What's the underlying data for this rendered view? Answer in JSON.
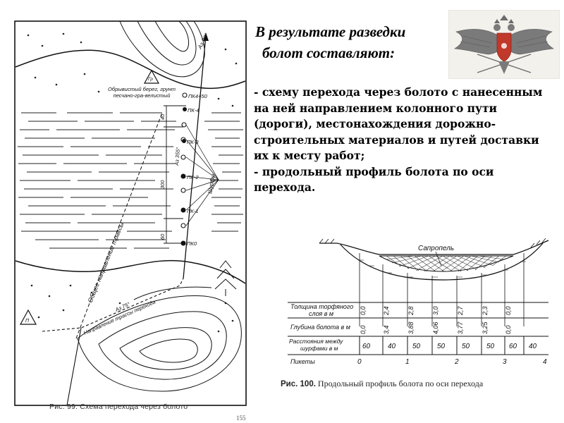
{
  "slide": {
    "title_line1": "В результате разведки",
    "title_line2": "болот составляют:",
    "item1": "- схему перехода через болото с нанесенным на ней направлением колонного пути (дороги), местонахождения дорожно-строительных материалов и путей доставки их к месту работ;",
    "item2": "- продольный профиль болота по оси перехода.",
    "emblem_icon": "double-headed-eagle-emblem"
  },
  "fig99": {
    "caption": "Рис. 99. Схема перехода через болото",
    "page_number": "155",
    "labels": {
      "az30": "Аз 30°",
      "pk4_50": "ПК4+50",
      "pk4": "ПК-4",
      "pk3": "ПК-3",
      "pk2": "ПК-2",
      "pk1": "ПК-1",
      "pk0": "ПК0",
      "bank": "Обрывистый берег, грунт песчано-гра-велистый",
      "gr": "Гр",
      "p": "П",
      "shurfy": "Шурфы",
      "dist_40": "40",
      "dist_300": "300",
      "dist_60": "60",
      "az355": "Аз 355°",
      "general_direction": "Общее направление трассы",
      "az75": "Аз 75°",
      "route_direction": "Направление трассы перехода"
    }
  },
  "fig100": {
    "caption_prefix": "Рис. 100.",
    "caption_text": "Продольный профиль болота по оси перехода",
    "sapropel_label": "Сапропель",
    "rows": [
      {
        "label1": "Толщина торфяного",
        "label2": "слоя в м",
        "values": [
          "0,0",
          "2,4",
          "2,8",
          "3,0",
          "2,7",
          "2,3",
          "0,0"
        ]
      },
      {
        "label1": "Глубина болота в м",
        "label2": "",
        "values": [
          "0,0",
          "3,4",
          "3,88",
          "4,06",
          "3,77",
          "3,25",
          "0,0"
        ]
      },
      {
        "label1": "Расстояния между",
        "label2": "шурфами в м",
        "values": [
          "60",
          "40",
          "50",
          "50",
          "50",
          "50",
          "60",
          "40"
        ]
      },
      {
        "label1": "Пикеты",
        "label2": "",
        "values": [
          "0",
          "1",
          "2",
          "3",
          "4"
        ]
      }
    ]
  },
  "colors": {
    "ink": "#111111",
    "emblem_red": "#c0392b",
    "emblem_grey": "#7a7a7a",
    "emblem_bg": "#f3f1ec"
  }
}
